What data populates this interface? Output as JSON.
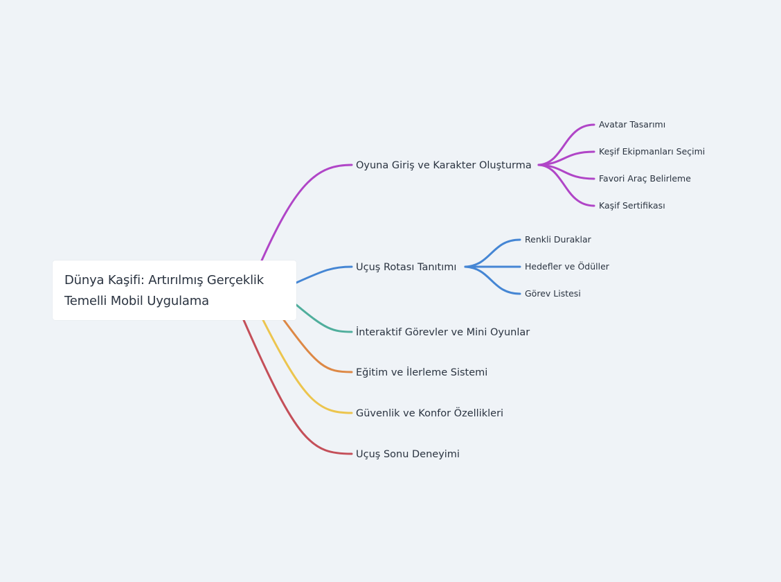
{
  "mindmap": {
    "root": {
      "line1": "Dünya Kaşifi: Artırılmış Gerçeklik",
      "line2": "Temelli Mobil Uygulama"
    },
    "branches": [
      {
        "label": "Oyuna Giriş ve Karakter Oluşturma",
        "color": "#b045c7",
        "children": [
          "Avatar Tasarımı",
          "Keşif Ekipmanları Seçimi",
          "Favori Araç Belirleme",
          "Kaşif Sertifikası"
        ]
      },
      {
        "label": "Uçuş Rotası Tanıtımı",
        "color": "#4586d4",
        "children": [
          "Renkli Duraklar",
          "Hedefler ve Ödüller",
          "Görev Listesi"
        ]
      },
      {
        "label": "İnteraktif Görevler ve Mini Oyunlar",
        "color": "#4fae9c",
        "children": []
      },
      {
        "label": "Eğitim ve İlerleme Sistemi",
        "color": "#dd8845",
        "children": []
      },
      {
        "label": "Güvenlik ve Konfor Özellikleri",
        "color": "#ecc54e",
        "children": []
      },
      {
        "label": "Uçuş Sonu Deneyimi",
        "color": "#c44f59",
        "children": []
      }
    ]
  }
}
